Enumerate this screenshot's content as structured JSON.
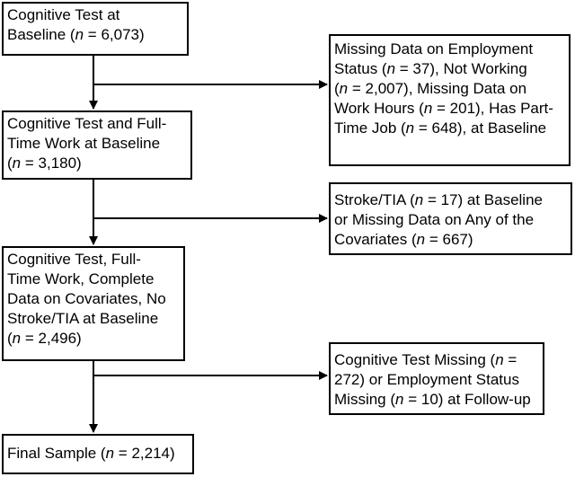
{
  "flowchart": {
    "main_boxes": [
      {
        "id": "baseline",
        "lines": [
          [
            {
              "t": "Cognitive Test at"
            }
          ],
          [
            {
              "t": "Baseline ("
            },
            {
              "t": "n",
              "i": true
            },
            {
              "t": " = 6,073)"
            }
          ]
        ]
      },
      {
        "id": "fulltime",
        "lines": [
          [
            {
              "t": "Cognitive Test and Full-"
            }
          ],
          [
            {
              "t": "Time Work at Baseline"
            }
          ],
          [
            {
              "t": "("
            },
            {
              "t": "n",
              "i": true
            },
            {
              "t": " = 3,180)"
            }
          ]
        ]
      },
      {
        "id": "complete",
        "lines": [
          [
            {
              "t": "Cognitive Test, Full-"
            }
          ],
          [
            {
              "t": "Time Work, Complete"
            }
          ],
          [
            {
              "t": "Data on Covariates, No"
            }
          ],
          [
            {
              "t": "Stroke/TIA at Baseline"
            }
          ],
          [
            {
              "t": "("
            },
            {
              "t": "n",
              "i": true
            },
            {
              "t": " = 2,496)"
            }
          ]
        ]
      },
      {
        "id": "final",
        "lines": [
          [
            {
              "t": "Final Sample ("
            },
            {
              "t": "n",
              "i": true
            },
            {
              "t": " = 2,214)"
            }
          ]
        ]
      }
    ],
    "exclusion_boxes": [
      {
        "id": "exclusion-employment",
        "lines": [
          [
            {
              "t": "Missing Data on Employment"
            }
          ],
          [
            {
              "t": "Status ("
            },
            {
              "t": "n",
              "i": true
            },
            {
              "t": " = 37), Not Working"
            }
          ],
          [
            {
              "t": "("
            },
            {
              "t": "n",
              "i": true
            },
            {
              "t": " = 2,007), Missing Data on"
            }
          ],
          [
            {
              "t": "Work Hours ("
            },
            {
              "t": "n",
              "i": true
            },
            {
              "t": " = 201), Has Part-"
            }
          ],
          [
            {
              "t": "Time Job ("
            },
            {
              "t": "n",
              "i": true
            },
            {
              "t": " = 648), at Baseline"
            }
          ]
        ]
      },
      {
        "id": "exclusion-stroke",
        "lines": [
          [
            {
              "t": "Stroke/TIA ("
            },
            {
              "t": "n",
              "i": true
            },
            {
              "t": " = 17) at Baseline"
            }
          ],
          [
            {
              "t": "or Missing Data on Any of the"
            }
          ],
          [
            {
              "t": "Covariates ("
            },
            {
              "t": "n",
              "i": true
            },
            {
              "t": " = 667)"
            }
          ]
        ]
      },
      {
        "id": "exclusion-followup",
        "lines": [
          [
            {
              "t": "Cognitive Test Missing ("
            },
            {
              "t": "n",
              "i": true
            },
            {
              "t": " ="
            }
          ],
          [
            {
              "t": "272) or Employment Status"
            }
          ],
          [
            {
              "t": "Missing ("
            },
            {
              "t": "n",
              "i": true
            },
            {
              "t": " = 10) at Follow-up"
            }
          ]
        ]
      }
    ]
  },
  "colors": {
    "line": "#000000",
    "box_border": "#000000",
    "background": "#ffffff"
  }
}
